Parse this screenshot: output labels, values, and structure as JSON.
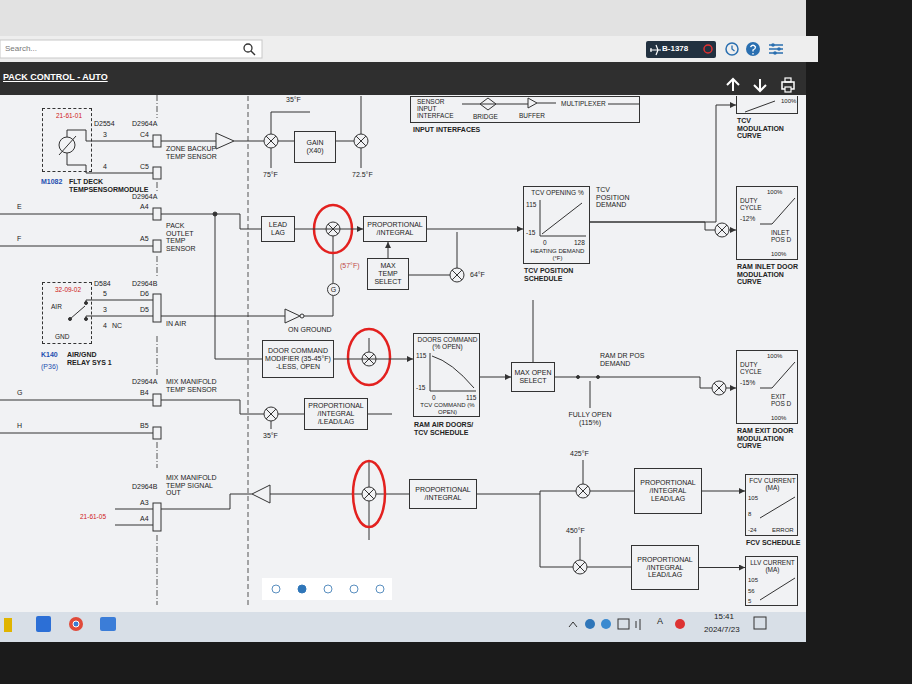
{
  "diagram": {
    "title": "PACK CONTROL - AUTO",
    "nodes": [
      {
        "text": [
          "Search..."
        ]
      },
      {
        "text": [
          "B-1378"
        ]
      },
      {
        "text": [
          "21-61-01",
          "M1082",
          "FLT DECK TEMPSENSORMODULE"
        ]
      },
      {
        "text": [
          "SENSOR INPUT INTERFACE",
          "BRIDGE",
          "BUFFER",
          "MULTIPLEXER",
          "INPUT INTERFACES"
        ]
      },
      {
        "text": [
          "GAIN (X40)"
        ]
      },
      {
        "text": [
          "100%",
          "TCV MODULATION CURVE"
        ]
      },
      {
        "text": [
          "LEAD LAG"
        ]
      },
      {
        "text": [
          "PROPORTIONAL /INTEGRAL"
        ]
      },
      {
        "text": [
          "TCV OPENING %",
          "115",
          "-15",
          "0",
          "128",
          "HEATING DEMAND (°F)",
          "TCV POSITION SCHEDULE"
        ]
      },
      {
        "text": [
          "100%",
          "DUTY CYCLE",
          "-12%",
          "INLET POS D",
          "100%",
          "RAM INLET DOOR MODULATION CURVE"
        ]
      },
      {
        "text": [
          "MAX TEMP SELECT"
        ]
      },
      {
        "text": [
          "G"
        ]
      },
      {
        "text": [
          "32-09-02",
          "AIR",
          "GND",
          "K140",
          "AIR/GND RELAY SYS 1",
          "(P36)"
        ]
      },
      {
        "text": [
          "DOOR COMMAND MODIFIER (35-45°F) -LESS, OPEN"
        ]
      },
      {
        "text": [
          "DOORS COMMAND (% OPEN)",
          "115",
          "-15",
          "0",
          "115",
          "TCV COMMAND (% OPEN)",
          "RAM AIR DOORS/ TCV SCHEDULE"
        ]
      },
      {
        "text": [
          "MAX OPEN SELECT"
        ]
      },
      {
        "text": [
          "100%",
          "DUTY CYCLE",
          "-15%",
          "EXIT POS D",
          "100%",
          "RAM EXIT DOOR MODULATION CURVE"
        ]
      },
      {
        "text": [
          "PROPORTIONAL /INTEGRAL /LEAD/LAG"
        ]
      },
      {
        "text": [
          "PROPORTIONAL /INTEGRAL"
        ]
      },
      {
        "text": [
          "PROPORTIONAL /INTEGRAL LEAD/LAG"
        ]
      },
      {
        "text": [
          "FCV CURRENT (MA)",
          "105",
          "8",
          "-24",
          "ERROR",
          "FCV SCHEDULE"
        ]
      },
      {
        "text": [
          "PROPORTIONAL /INTEGRAL LEAD/LAG"
        ]
      },
      {
        "text": [
          "LLV CURRENT (MA)",
          "105",
          "56",
          "5"
        ]
      }
    ],
    "edges": [
      {
        "from": 6,
        "to": 7,
        "arrow": "to"
      },
      {
        "from": 10,
        "to": 7,
        "arrow": "to"
      },
      {
        "from": 7,
        "to": 8,
        "arrow": "to"
      },
      {
        "from": 8,
        "to": 5,
        "arrow": "to"
      },
      {
        "from": 8,
        "to": 9,
        "arrow": "to"
      },
      {
        "from": 13,
        "to": 14,
        "arrow": "to"
      },
      {
        "from": 14,
        "to": 15,
        "arrow": "to"
      },
      {
        "from": 15,
        "to": 16,
        "arrow": "to"
      },
      {
        "from": 19,
        "to": 20,
        "arrow": "to"
      },
      {
        "from": 21,
        "to": 22,
        "arrow": "to"
      }
    ],
    "labels": [
      "35°F",
      "D2554",
      "D2964A",
      "3",
      "C4",
      "4",
      "C5",
      "ZONE BACKUP TEMP SENSOR",
      "75°F",
      "72.5°F",
      "E",
      "F",
      "D2964A",
      "A4",
      "A5",
      "PACK OUTLET TEMP SENSOR",
      "(57°F)",
      "64°F",
      "TCV POSITION DEMAND",
      "D584",
      "D2964B",
      "5",
      "D6",
      "3",
      "D5",
      "4",
      "NC",
      "IN AIR",
      "ON GROUND",
      "D2964A",
      "MIX MANIFOLD TEMP SENSOR",
      "G",
      "H",
      "B4",
      "B5",
      "35°F",
      "RAM DR POS DEMAND",
      "FULLY OPEN (115%)",
      "D2964B",
      "MIX MANIFOLD TEMP SIGNAL OUT",
      "21-61-05",
      "A3",
      "A4",
      "425°F",
      "450°F",
      "A",
      "15:41",
      "2024/7/23"
    ]
  }
}
